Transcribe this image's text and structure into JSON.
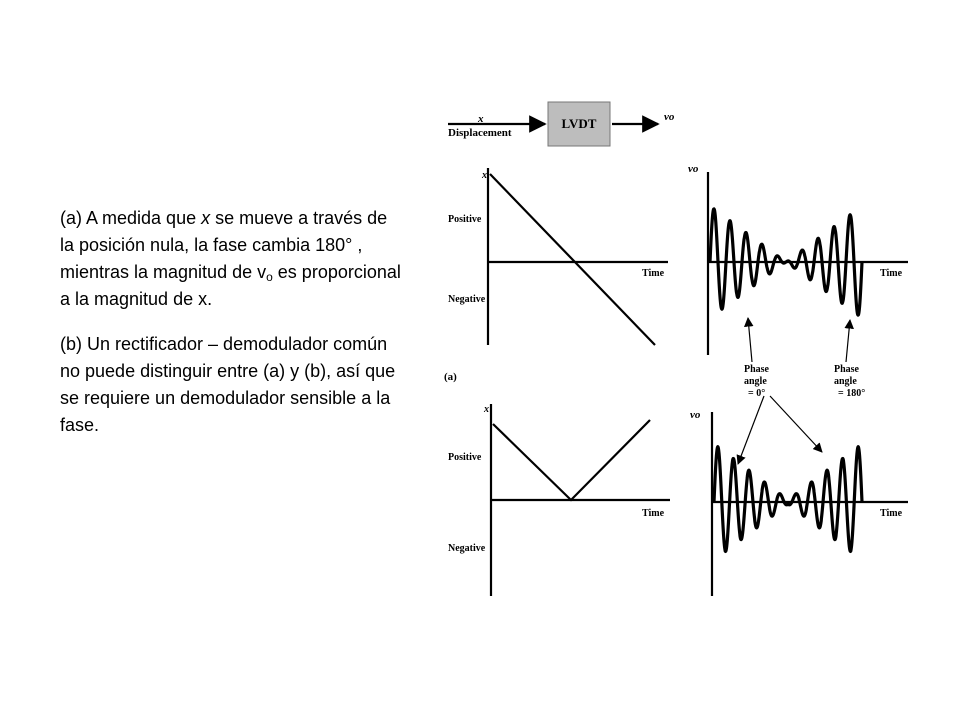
{
  "text": {
    "para_a_1": "(a) A medida que ",
    "para_a_x": "x",
    "para_a_2": " se mueve a través de la posición nula, la fase cambia 180° , mientras la magnitud de v",
    "para_a_sub": "o",
    "para_a_3": " es proporcional a la magnitud de x.",
    "para_b": "(b) Un rectificador – demodulador común no puede distinguir entre (a) y (b), así que se requiere un demodulador sensible a la fase."
  },
  "block": {
    "input_symbol": "x",
    "input_label": "Displacement",
    "box_label": "LVDT",
    "output_symbol": "vo",
    "box_fill": "#bdbdbd"
  },
  "plots": {
    "x_axis_symbol": "x",
    "vo_axis_symbol": "vo",
    "time_label": "Time",
    "positive_label": "Positive",
    "negative_label": "Negative",
    "part_a_label": "(a)"
  },
  "annotations": {
    "phase0": [
      "Phase",
      "angle",
      "= 0°"
    ],
    "phase180": [
      "Phase",
      "angle",
      "= 180°"
    ]
  }
}
